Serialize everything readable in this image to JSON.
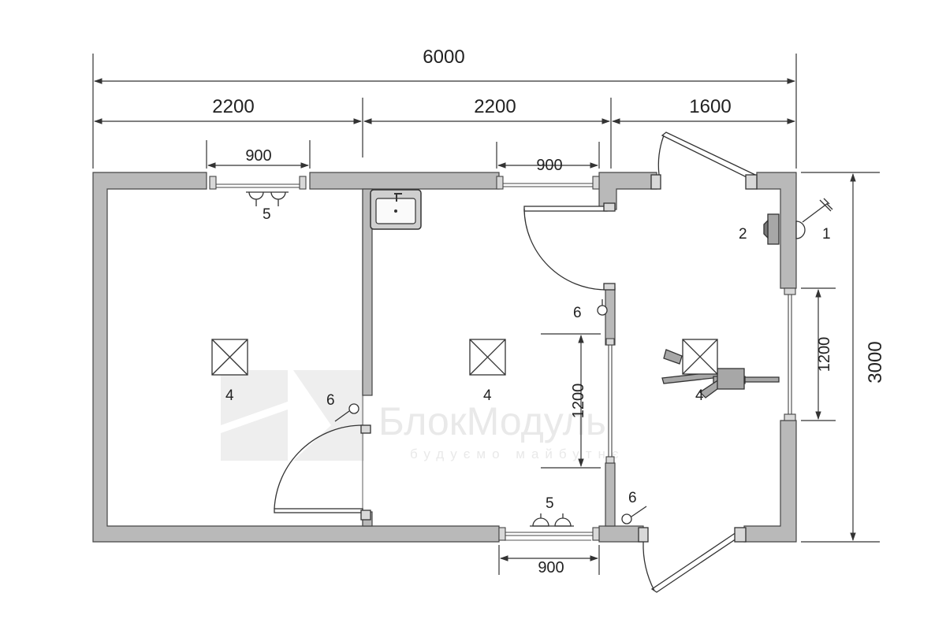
{
  "dimensions": {
    "total_width": "6000",
    "segment_left": "2200",
    "segment_middle": "2200",
    "segment_right": "1600",
    "window_top_left": "900",
    "window_top_middle": "900",
    "window_bottom": "900",
    "window_middle_vertical": "1200",
    "window_right_vertical": "1200",
    "total_height": "3000"
  },
  "labels": {
    "outdoor_light": "1",
    "switch": "2",
    "ceiling_light_left": "4",
    "ceiling_light_middle": "4",
    "ceiling_light_right": "4",
    "socket_top": "5",
    "socket_bottom": "5",
    "switch_left": "6",
    "switch_middle": "6",
    "switch_right": "6"
  },
  "watermark": {
    "brand": "БлокМодуль",
    "slogan": "будуємо майбутнє"
  },
  "colors": {
    "wall_fill": "#b9b9b9",
    "wall_stroke": "#444444",
    "line": "#333333",
    "watermark": "#e9e9e9"
  }
}
